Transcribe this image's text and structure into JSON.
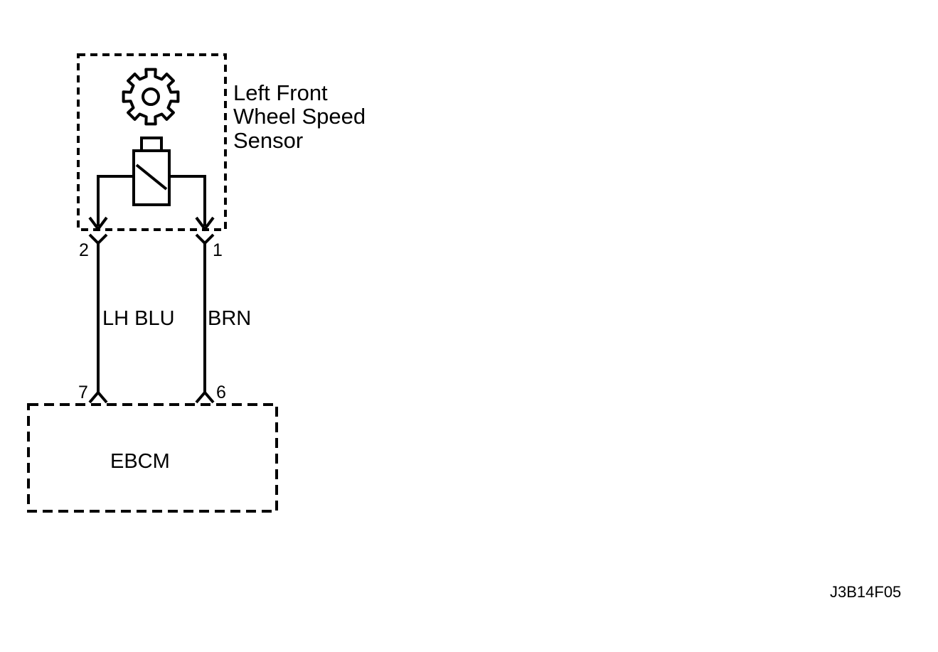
{
  "sensor": {
    "label_lines": [
      "Left Front",
      "Wheel Speed",
      "Sensor"
    ],
    "pins": {
      "left": "2",
      "right": "1"
    }
  },
  "wires": {
    "left_label": "LH BLU",
    "right_label": "BRN"
  },
  "module": {
    "label": "EBCM",
    "pins": {
      "left": "7",
      "right": "6"
    }
  },
  "figure_code": "J3B14F05",
  "colors": {
    "ink": "#000000",
    "background": "#ffffff"
  }
}
